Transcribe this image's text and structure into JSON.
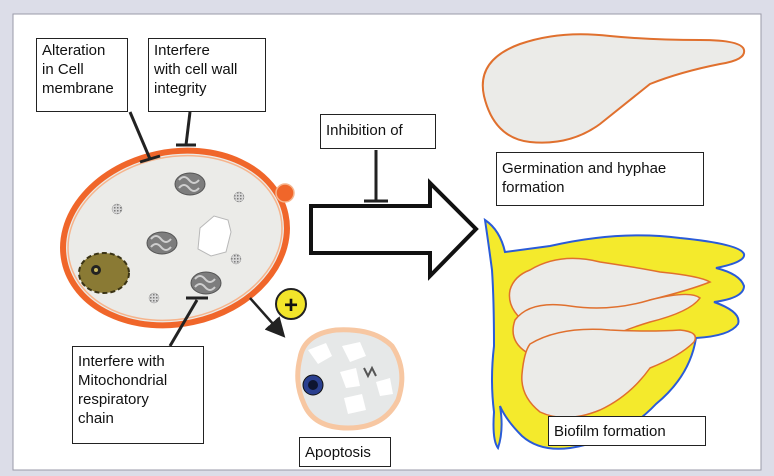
{
  "labels": {
    "alteration": "Alteration\nin Cell\nmembrane",
    "cell_wall": "Interfere\nwith cell wall\nintegrity",
    "inhibition": "Inhibition of",
    "germination": "Germination and hyphae\nformation",
    "mitochondrial": "Interfere with\nMitochondrial\nrespiratory\nchain",
    "apoptosis": "Apoptosis",
    "biofilm": "Biofilm formation",
    "plus": "+"
  },
  "colors": {
    "background": "#dcdde8",
    "panel": "#ffffff",
    "cell_fill": "#ebebe8",
    "membrane": "#f0662a",
    "hyphae_outline": "#e0702e",
    "biofilm_matrix": "#f4ea2c",
    "biofilm_border": "#2a5bd8",
    "apoptosis_outline": "#f7c7a2",
    "nucleus": "#8a7a34",
    "plus_badge": "#f2e52a"
  }
}
